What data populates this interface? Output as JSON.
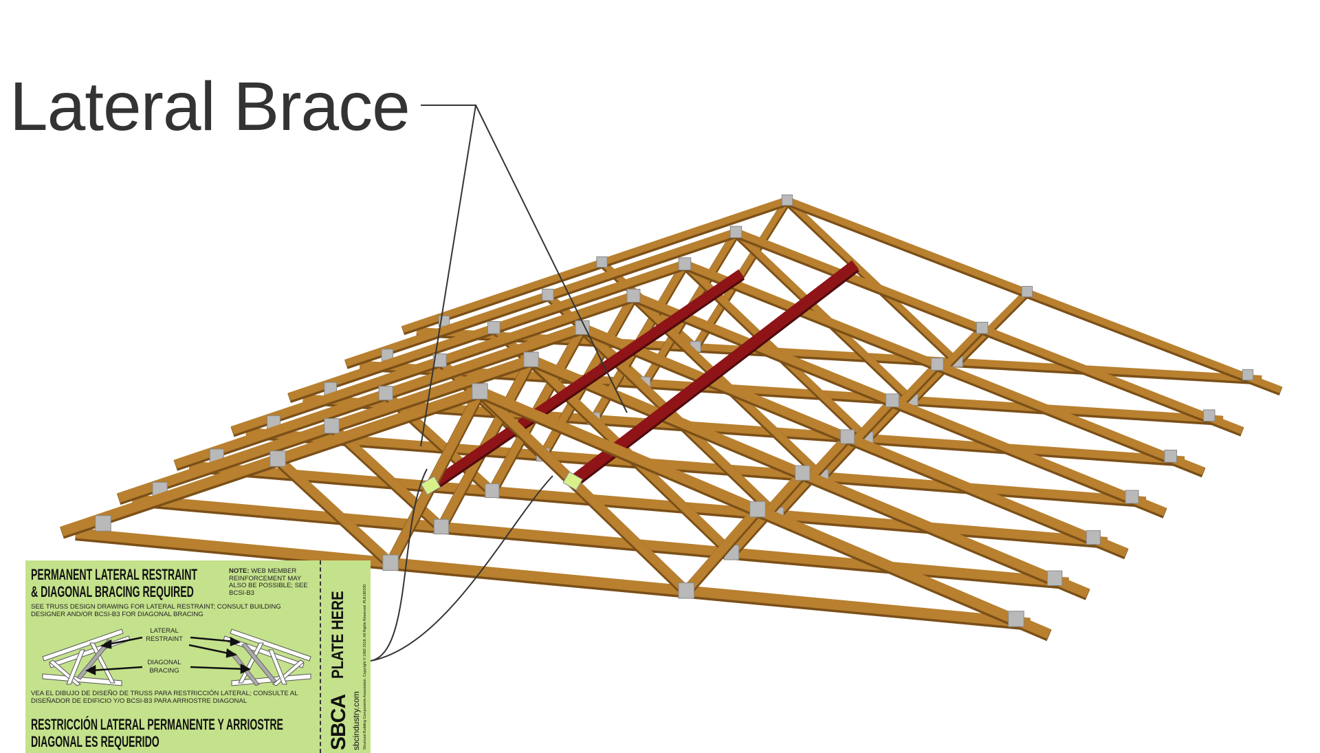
{
  "callout": {
    "title": "Lateral Brace"
  },
  "colors": {
    "wood": "#b8802f",
    "wood_dark": "#7a4f18",
    "brace": "#8e1418",
    "plate": "#b9b9b9",
    "tag": "#c4e18c",
    "tag_highlight": "#d8f08a"
  },
  "tag": {
    "heading_en": [
      "PERMANENT LATERAL RESTRAINT",
      "& DIAGONAL BRACING REQUIRED"
    ],
    "note_label": "NOTE:",
    "note_text": "WEB MEMBER REINFORCEMENT MAY ALSO BE POSSIBLE; SEE BCSI-B3",
    "instruction_en": "SEE TRUSS DESIGN DRAWING FOR LATERAL RESTRAINT; CONSULT BUILDING DESIGNER AND/OR BCSI-B3 FOR DIAGONAL BRACING",
    "diagram_labels": {
      "lateral_restraint": "LATERAL RESTRAINT",
      "diagonal_bracing": "DIAGONAL BRACING"
    },
    "instruction_es": "VEA EL DIBUJO DE DISEÑO DE TRUSS PARA RESTRICCIÓN LATERAL; CONSULTE AL DISEÑADOR DE EDIFICIO Y/O BCSI-B3 PARA ARRIOSTRE DIAGONAL",
    "heading_es": [
      "RESTRICCIÓN LATERAL PERMANENTE Y ARRIOSTRE",
      "DIAGONAL ES REQUERIDO"
    ],
    "plate_here": "PLATE HERE",
    "brand": "SBCA",
    "website": "sbcindustry.com",
    "copyright": "Structural Building Components Association.  Copyright © 1992-2018.  All Rights Reserved.   PLB180330"
  },
  "truss_count": 7
}
